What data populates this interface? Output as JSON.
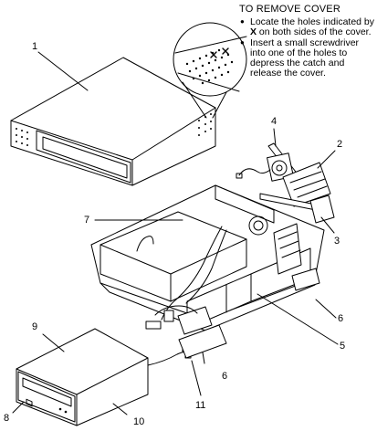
{
  "instructions": {
    "title": "TO REMOVE COVER",
    "step1_pre": "Locate the holes indicated by ",
    "step1_mark": "X",
    "step1_post": " on both sides of the cover.",
    "step2": "Insert a small screwdriver into one of the holes to depress the catch and release the cover."
  },
  "callouts": {
    "c1": "1",
    "c2": "2",
    "c3": "3",
    "c4": "4",
    "c5": "5",
    "c6a": "6",
    "c6b": "6",
    "c7": "7",
    "c8": "8",
    "c9": "9",
    "c10": "10",
    "c11": "11"
  }
}
